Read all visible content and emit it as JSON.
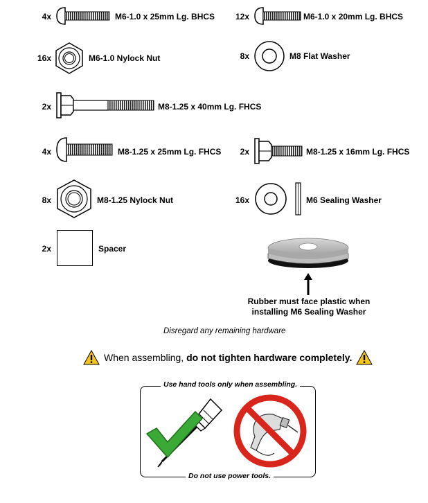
{
  "hardware": [
    {
      "qty": "4x",
      "label": "M6-1.0 x 25mm Lg. BHCS"
    },
    {
      "qty": "12x",
      "label": "M6-1.0 x 20mm Lg. BHCS"
    },
    {
      "qty": "16x",
      "label": "M6-1.0 Nylock Nut"
    },
    {
      "qty": "8x",
      "label": "M8 Flat Washer"
    },
    {
      "qty": "2x",
      "label": "M8-1.25 x 40mm Lg. FHCS"
    },
    {
      "qty": "4x",
      "label": "M8-1.25 x 25mm Lg. FHCS"
    },
    {
      "qty": "2x",
      "label": "M8-1.25 x 16mm Lg. FHCS"
    },
    {
      "qty": "8x",
      "label": "M8-1.25 Nylock Nut"
    },
    {
      "qty": "16x",
      "label": "M6 Sealing Washer"
    },
    {
      "qty": "2x",
      "label": "Spacer"
    }
  ],
  "sealing_note": {
    "line1": "Rubber must face plastic when",
    "line2": "installing M6 Sealing Washer"
  },
  "disregard": "Disregard any remaining hardware",
  "warning": {
    "prefix": "When assembling, ",
    "bold": "do not tighten hardware completely."
  },
  "tools_box": {
    "top": "Use hand tools only when assembling.",
    "bottom": "Do not use power tools."
  },
  "colors": {
    "warning_yellow": "#f5c518",
    "check_green": "#3aa935",
    "prohibit_red": "#d9261c"
  }
}
